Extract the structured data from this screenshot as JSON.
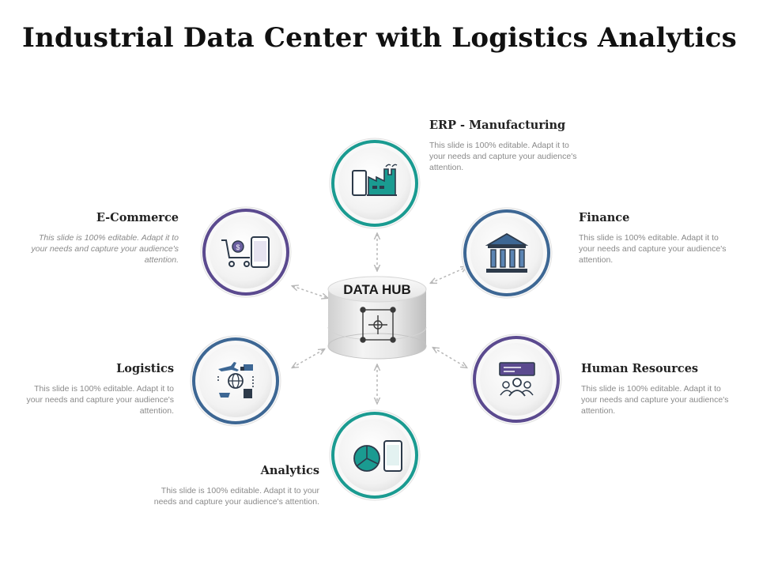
{
  "title": "Industrial Data Center with Logistics Analytics",
  "hub": {
    "label": "DATA HUB"
  },
  "nodes": {
    "erp": {
      "title": "ERP - Manufacturing",
      "desc": "This slide is 100% editable. Adapt it to your needs and capture your audience's attention.",
      "icon": "factory-icon",
      "ring_color": "#1a9b91"
    },
    "ecommerce": {
      "title": "E-Commerce",
      "desc": "This slide is 100% editable. Adapt it to your needs and capture your audience's attention.",
      "icon": "shopping-cart-icon",
      "ring_color": "#5b4a8f"
    },
    "finance": {
      "title": "Finance",
      "desc": "This slide is 100% editable. Adapt it to your needs and capture your audience's attention.",
      "icon": "bank-icon",
      "ring_color": "#3d6794"
    },
    "logistics": {
      "title": "Logistics",
      "desc": "This slide is 100% editable. Adapt it to your needs and capture your audience's attention.",
      "icon": "globe-transport-icon",
      "ring_color": "#3d6794"
    },
    "hr": {
      "title": "Human Resources",
      "desc": "This slide is 100% editable. Adapt it to your needs and capture your audience's attention.",
      "icon": "people-presentation-icon",
      "ring_color": "#5b4a8f"
    },
    "analytics": {
      "title": "Analytics",
      "desc": "This slide is 100% editable. Adapt it to your needs and capture your audience's attention.",
      "icon": "pie-chart-phone-icon",
      "ring_color": "#1a9b91"
    }
  },
  "colors": {
    "teal": "#1a9b91",
    "purple": "#5b4a8f",
    "blue": "#3d6794",
    "icon_dark": "#2d3a4a"
  }
}
